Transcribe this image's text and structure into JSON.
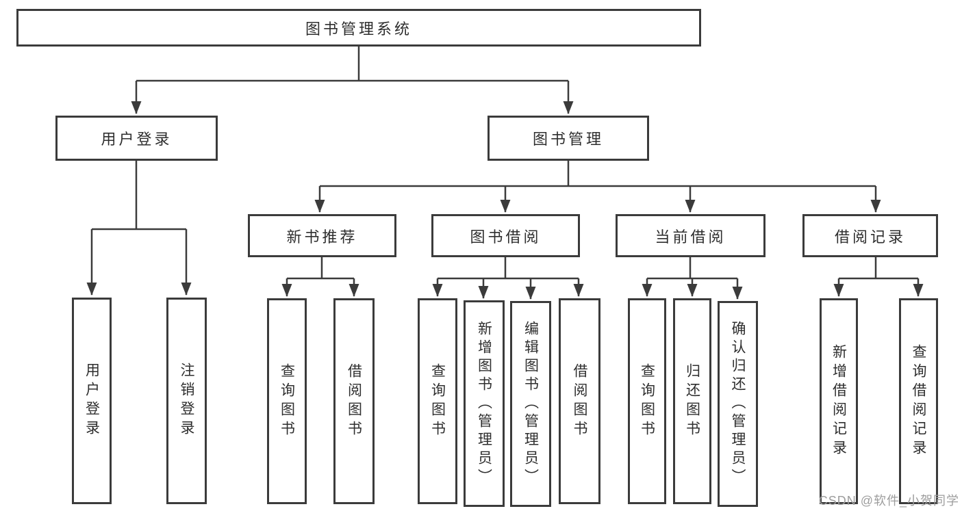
{
  "diagram": {
    "root": {
      "label": "图书管理系统",
      "children": [
        {
          "label": "用户登录",
          "children": [
            {
              "label": "用户登录"
            },
            {
              "label": "注销登录"
            }
          ]
        },
        {
          "label": "图书管理",
          "children": [
            {
              "label": "新书推荐",
              "children": [
                {
                  "label": "查询图书"
                },
                {
                  "label": "借阅图书"
                }
              ]
            },
            {
              "label": "图书借阅",
              "children": [
                {
                  "label": "查询图书"
                },
                {
                  "label": "新增图书（管理员）"
                },
                {
                  "label": "编辑图书（管理员）"
                },
                {
                  "label": "借阅图书"
                }
              ]
            },
            {
              "label": "当前借阅",
              "children": [
                {
                  "label": "查询图书"
                },
                {
                  "label": "归还图书"
                },
                {
                  "label": "确认归还（管理员）"
                }
              ]
            },
            {
              "label": "借阅记录",
              "children": [
                {
                  "label": "新增借阅记录"
                },
                {
                  "label": "查询借阅记录"
                }
              ]
            }
          ]
        }
      ]
    }
  },
  "watermark": "CSDN @软件_小贺同学",
  "colors": {
    "line": "#3b3b3b",
    "text": "#2e2e2e",
    "box_background": "#ffffff",
    "page_background": "#ffffff",
    "watermark": "#9d9d9d"
  }
}
